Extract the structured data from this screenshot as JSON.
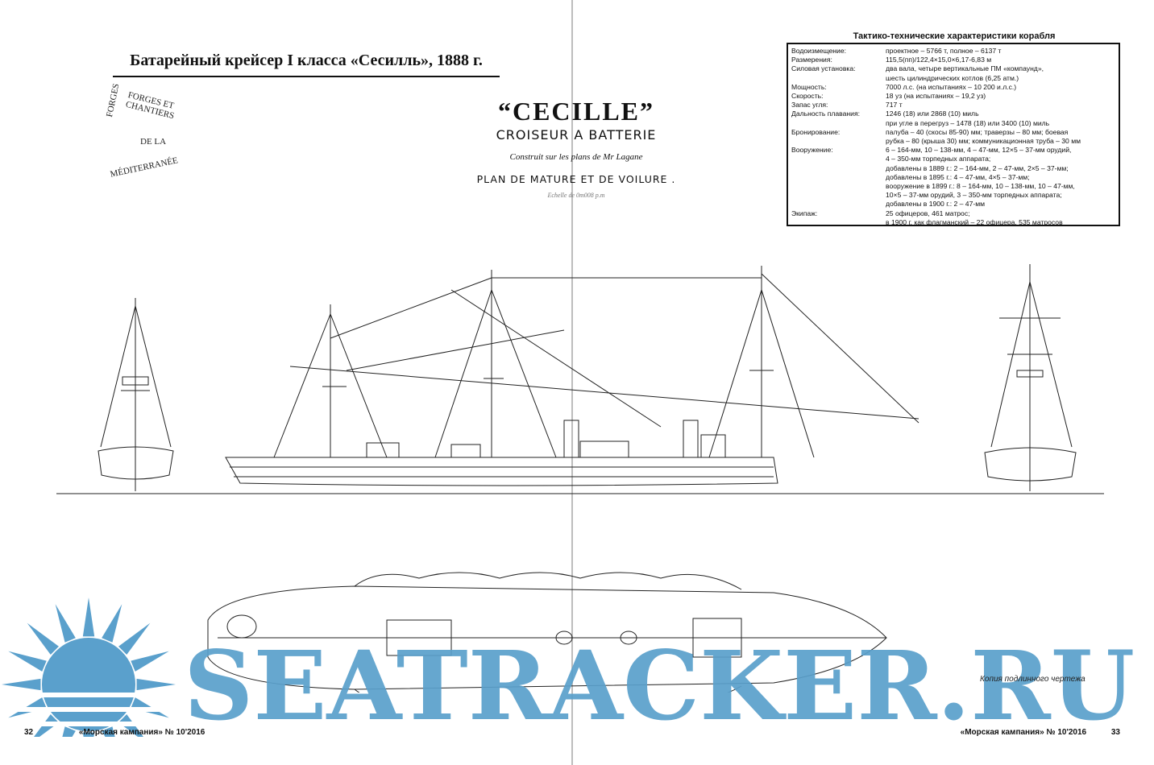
{
  "left_page": {
    "title": "Батарейный крейсер I класса  «Сесилль», 1888 г.",
    "stamp": {
      "top": "FORGES ET CHANTIERS",
      "middle": "DE LA",
      "bottom": "MÉDITERRANÉE"
    }
  },
  "plan": {
    "ship_name": "“CECILLE”",
    "ship_type": "CROISEUR A BATTERIE",
    "built": "Construit sur les plans de Mr Lagane",
    "plan_title": "PLAN DE MATURE ET DE VOILURE .",
    "scale": "Echelle de 0m008 p.m"
  },
  "specs": {
    "title": "Тактико-технические характеристики корабля",
    "rows": [
      {
        "label": "Водоизмещение:",
        "values": [
          "проектное – 5766 т, полное – 6137 т"
        ]
      },
      {
        "label": "Размерения:",
        "values": [
          "115,5(пп)/122,4×15,0×6,17-6,83 м"
        ]
      },
      {
        "label": "Силовая установка:",
        "values": [
          "два вала, четыре вертикальные ПМ «компаунд»,",
          "шесть цилиндрических котлов (6,25 атм.)"
        ]
      },
      {
        "label": "Мощность:",
        "values": [
          "7000 л.с. (на испытаниях – 10 200 и.л.с.)"
        ]
      },
      {
        "label": "Скорость:",
        "values": [
          "18 уз (на испытаниях – 19,2 уз)"
        ]
      },
      {
        "label": "Запас угля:",
        "values": [
          "717 т"
        ]
      },
      {
        "label": "Дальность плавания:",
        "values": [
          "1246 (18) или 2868 (10) миль",
          "при угле в перегруз – 1478 (18) или 3400 (10) миль"
        ]
      },
      {
        "label": "Бронирование:",
        "values": [
          "палуба – 40 (скосы 85-90) мм; траверзы – 80 мм; боевая",
          "рубка – 80 (крыша 30) мм; коммуникационная труба – 30 мм"
        ]
      },
      {
        "label": "Вооружение:",
        "values": [
          "6 – 164-мм, 10 – 138-мм, 4 – 47-мм, 12×5 – 37-мм орудий,",
          "4 – 350-мм торпедных аппарата;",
          "добавлены в 1889 г.: 2 – 164-мм, 2 – 47-мм, 2×5 – 37-мм;",
          "добавлены в 1895 г.: 4 – 47-мм, 4×5 – 37-мм;",
          "вооружение в 1899 г.: 8 – 164-мм, 10 – 138-мм, 10 – 47-мм,",
          "10×5 – 37-мм орудий, 3 – 350-мм торпедных аппарата;",
          "добавлены в 1900 г.: 2 – 47-мм"
        ]
      },
      {
        "label": "Экипаж:",
        "values": [
          "25 офицеров, 461 матрос;",
          "в 1900 г. как флагманский – 22 офицера, 535 матросов"
        ]
      }
    ]
  },
  "drawing_note": "Копия подлинного чертежа",
  "watermark": {
    "text": "SEATRACKER.RU",
    "color": "#5aa0cc"
  },
  "footer": {
    "left_page_number": "32",
    "left_publication": "«Морская кампания» № 10'2016",
    "right_publication": "«Морская кампания» № 10'2016",
    "right_page_number": "33"
  }
}
